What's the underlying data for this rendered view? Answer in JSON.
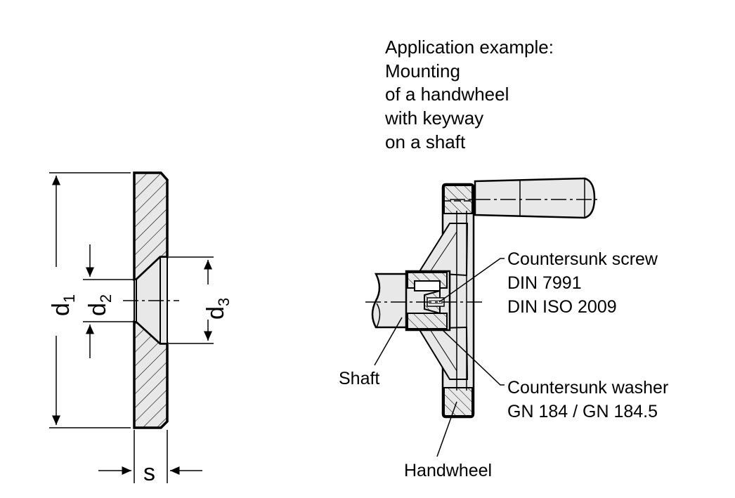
{
  "colors": {
    "ink": "#000000",
    "fill": "#e8e8e8",
    "background": "#ffffff"
  },
  "dimensions": {
    "d1": {
      "base": "d",
      "sub": "1"
    },
    "d2": {
      "base": "d",
      "sub": "2"
    },
    "d3": {
      "base": "d",
      "sub": "3"
    },
    "s": "s"
  },
  "application": {
    "title_lines": [
      "Application example:",
      "Mounting",
      "of a handwheel",
      "with keyway",
      "on a shaft"
    ]
  },
  "labels": {
    "screw": [
      "Countersunk screw",
      "DIN 7991",
      "DIN ISO 2009"
    ],
    "washer": [
      "Countersunk washer",
      "GN 184 / GN 184.5"
    ],
    "shaft": "Shaft",
    "handwheel": "Handwheel"
  }
}
